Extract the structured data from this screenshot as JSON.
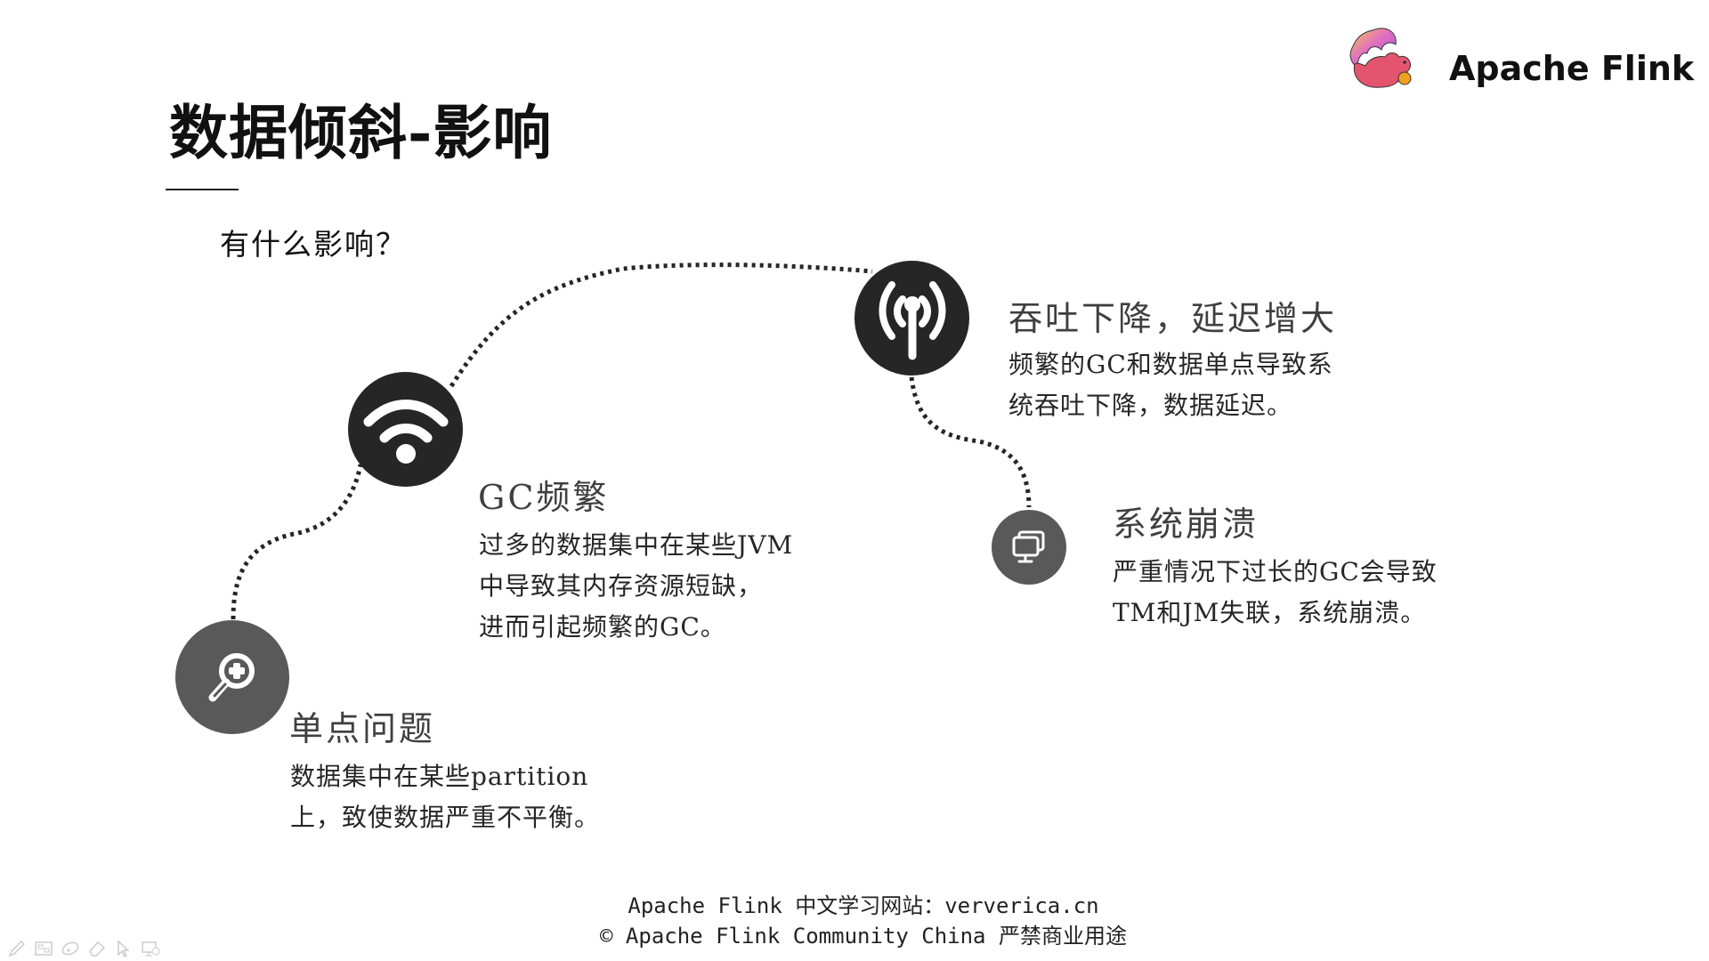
{
  "slide": {
    "title": "数据倾斜-影响",
    "subtitle": "有什么影响？",
    "brand": {
      "name": "Apache Flink",
      "logo_icon": "flink-squirrel-logo"
    }
  },
  "colors": {
    "node_dark": "#262626",
    "node_gray": "#595959",
    "heading": "#3f3f3f",
    "text": "#262626",
    "path": "#262626"
  },
  "impacts": [
    {
      "icon": "magnifier-plus-icon",
      "heading": "单点问题",
      "lines": [
        "数据集中在某些partition",
        "上，致使数据严重不平衡。"
      ]
    },
    {
      "icon": "wifi-icon",
      "heading": "GC频繁",
      "lines": [
        "过多的数据集中在某些JVM",
        "中导致其内存资源短缺，",
        "进而引起频繁的GC。"
      ]
    },
    {
      "icon": "antenna-signal-icon",
      "heading": "吞吐下降，延迟增大",
      "lines": [
        "频繁的GC和数据单点导致系",
        "统吞吐下降，数据延迟。"
      ]
    },
    {
      "icon": "monitors-icon",
      "heading": "系统崩溃",
      "lines": [
        "严重情况下过长的GC会导致",
        "TM和JM失联，系统崩溃。"
      ]
    }
  ],
  "footer": {
    "line1": "Apache Flink 中文学习网站：ververica.cn",
    "line2": "© Apache Flink Community China  严禁商业用途"
  },
  "toolbar": {
    "tools": [
      "pen-icon",
      "slide-layout-icon",
      "disc-icon",
      "eraser-icon",
      "pointer-icon",
      "screen-share-icon"
    ]
  }
}
